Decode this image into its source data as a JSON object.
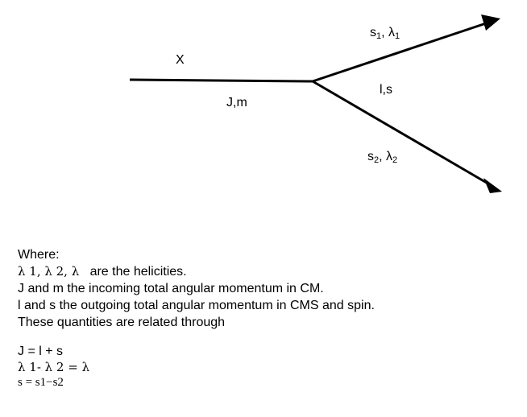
{
  "diagram": {
    "incoming_label": "X",
    "incoming_quantum": "J,m",
    "vertex_label": "l,s",
    "outgoing_1": {
      "spin": "s",
      "spin_sub": "1",
      "sep": ", ",
      "hel": "λ",
      "hel_sub": "1"
    },
    "outgoing_2": {
      "spin": "s",
      "spin_sub": "2",
      "sep": ", ",
      "hel": "λ",
      "hel_sub": "2"
    },
    "line_color": "#000000"
  },
  "notes": {
    "heading": "Where:",
    "helicities_symbols": "λ 1,  λ 2,  λ",
    "helicities_text": "are the helicities.",
    "line_J": "J and m the incoming total angular momentum in CM.",
    "line_l": "l and s the outgoing total angular momentum in CMS and spin.",
    "line_related": "These quantities are related through"
  },
  "relations": {
    "eq1": "J =  l + s",
    "eq2": "λ 1- λ 2 =  λ",
    "eq3": "s = s1−s2"
  }
}
